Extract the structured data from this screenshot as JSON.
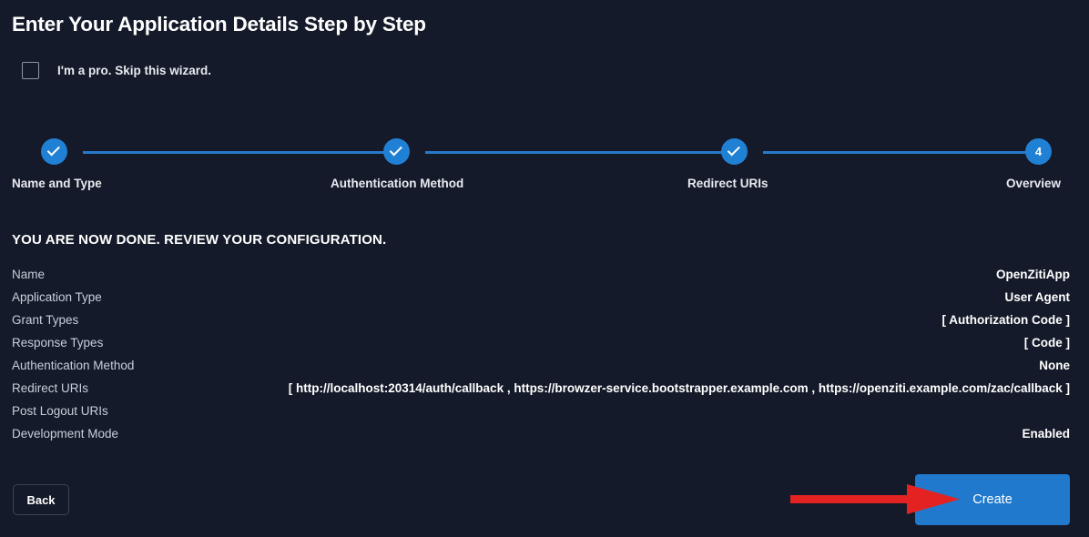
{
  "header": {
    "title": "Enter Your Application Details Step by Step"
  },
  "skip_wizard": {
    "label": "I'm a pro. Skip this wizard.",
    "checked": false
  },
  "stepper": {
    "steps": [
      {
        "label": "Name and Type",
        "state": "complete",
        "marker": "check"
      },
      {
        "label": "Authentication Method",
        "state": "complete",
        "marker": "check"
      },
      {
        "label": "Redirect URIs",
        "state": "complete",
        "marker": "check"
      },
      {
        "label": "Overview",
        "state": "current",
        "marker": "4"
      }
    ]
  },
  "review": {
    "heading": "YOU ARE NOW DONE. REVIEW YOUR CONFIGURATION.",
    "rows": [
      {
        "key": "Name",
        "value": "OpenZitiApp"
      },
      {
        "key": "Application Type",
        "value": "User Agent"
      },
      {
        "key": "Grant Types",
        "value": "[ Authorization Code ]"
      },
      {
        "key": "Response Types",
        "value": "[ Code ]"
      },
      {
        "key": "Authentication Method",
        "value": "None"
      },
      {
        "key": "Redirect URIs",
        "value": "[ http://localhost:20314/auth/callback , https://browzer-service.bootstrapper.example.com , https://openziti.example.com/zac/callback ]"
      },
      {
        "key": "Post Logout URIs",
        "value": ""
      },
      {
        "key": "Development Mode",
        "value": "Enabled"
      }
    ]
  },
  "footer": {
    "back_label": "Back",
    "create_label": "Create"
  },
  "colors": {
    "background": "#141a29",
    "accent_blue": "#2080d4",
    "button_blue": "#2079cc",
    "annotation_red": "#e42222",
    "text_primary": "#ffffff",
    "text_secondary": "#c9cedb"
  }
}
